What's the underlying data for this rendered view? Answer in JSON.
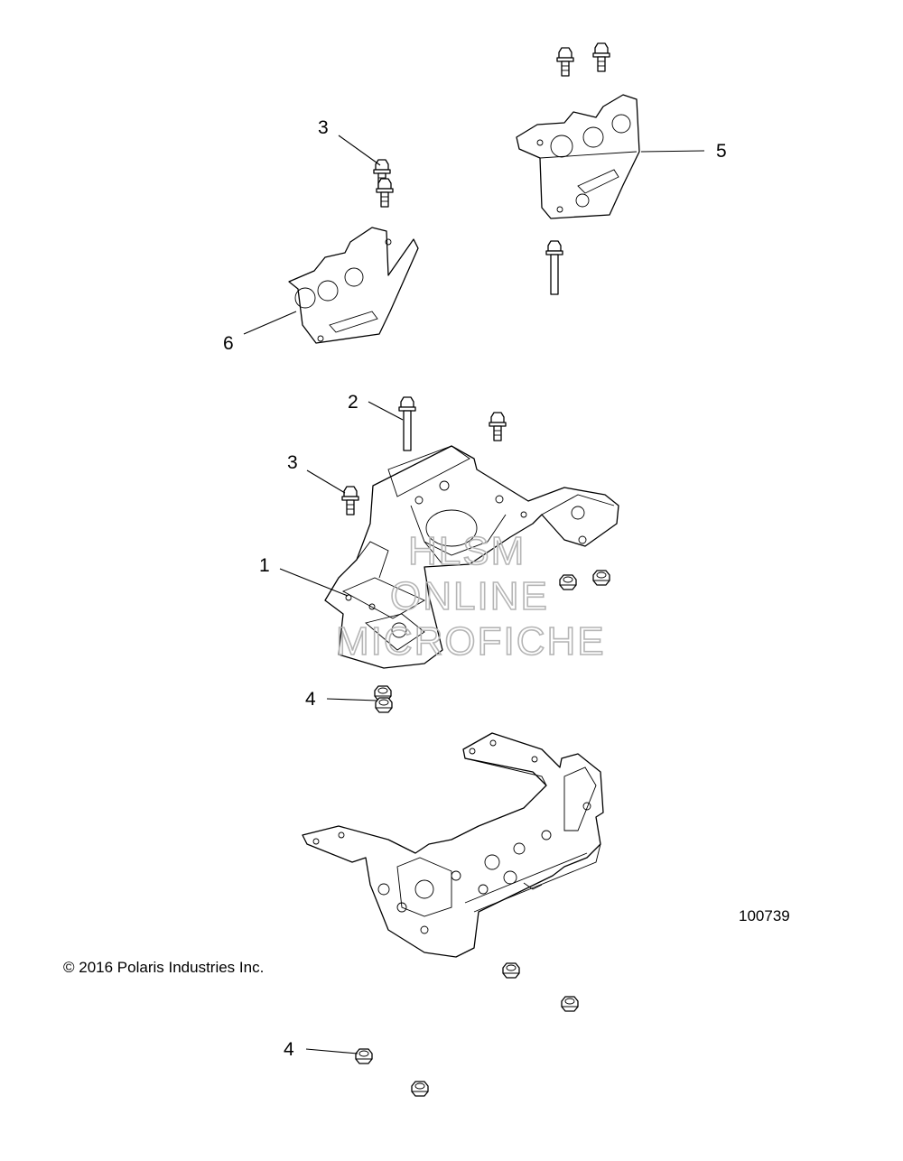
{
  "callouts": {
    "c1": "1",
    "c2": "2",
    "c3a": "3",
    "c3b": "3",
    "c4a": "4",
    "c4b": "4",
    "c5": "5",
    "c6": "6"
  },
  "figure_number": "100739",
  "copyright": "© 2016 Polaris Industries Inc.",
  "watermark": {
    "line1": "HLSM",
    "line2": "ONLINE",
    "line3": "MICROFICHE"
  }
}
